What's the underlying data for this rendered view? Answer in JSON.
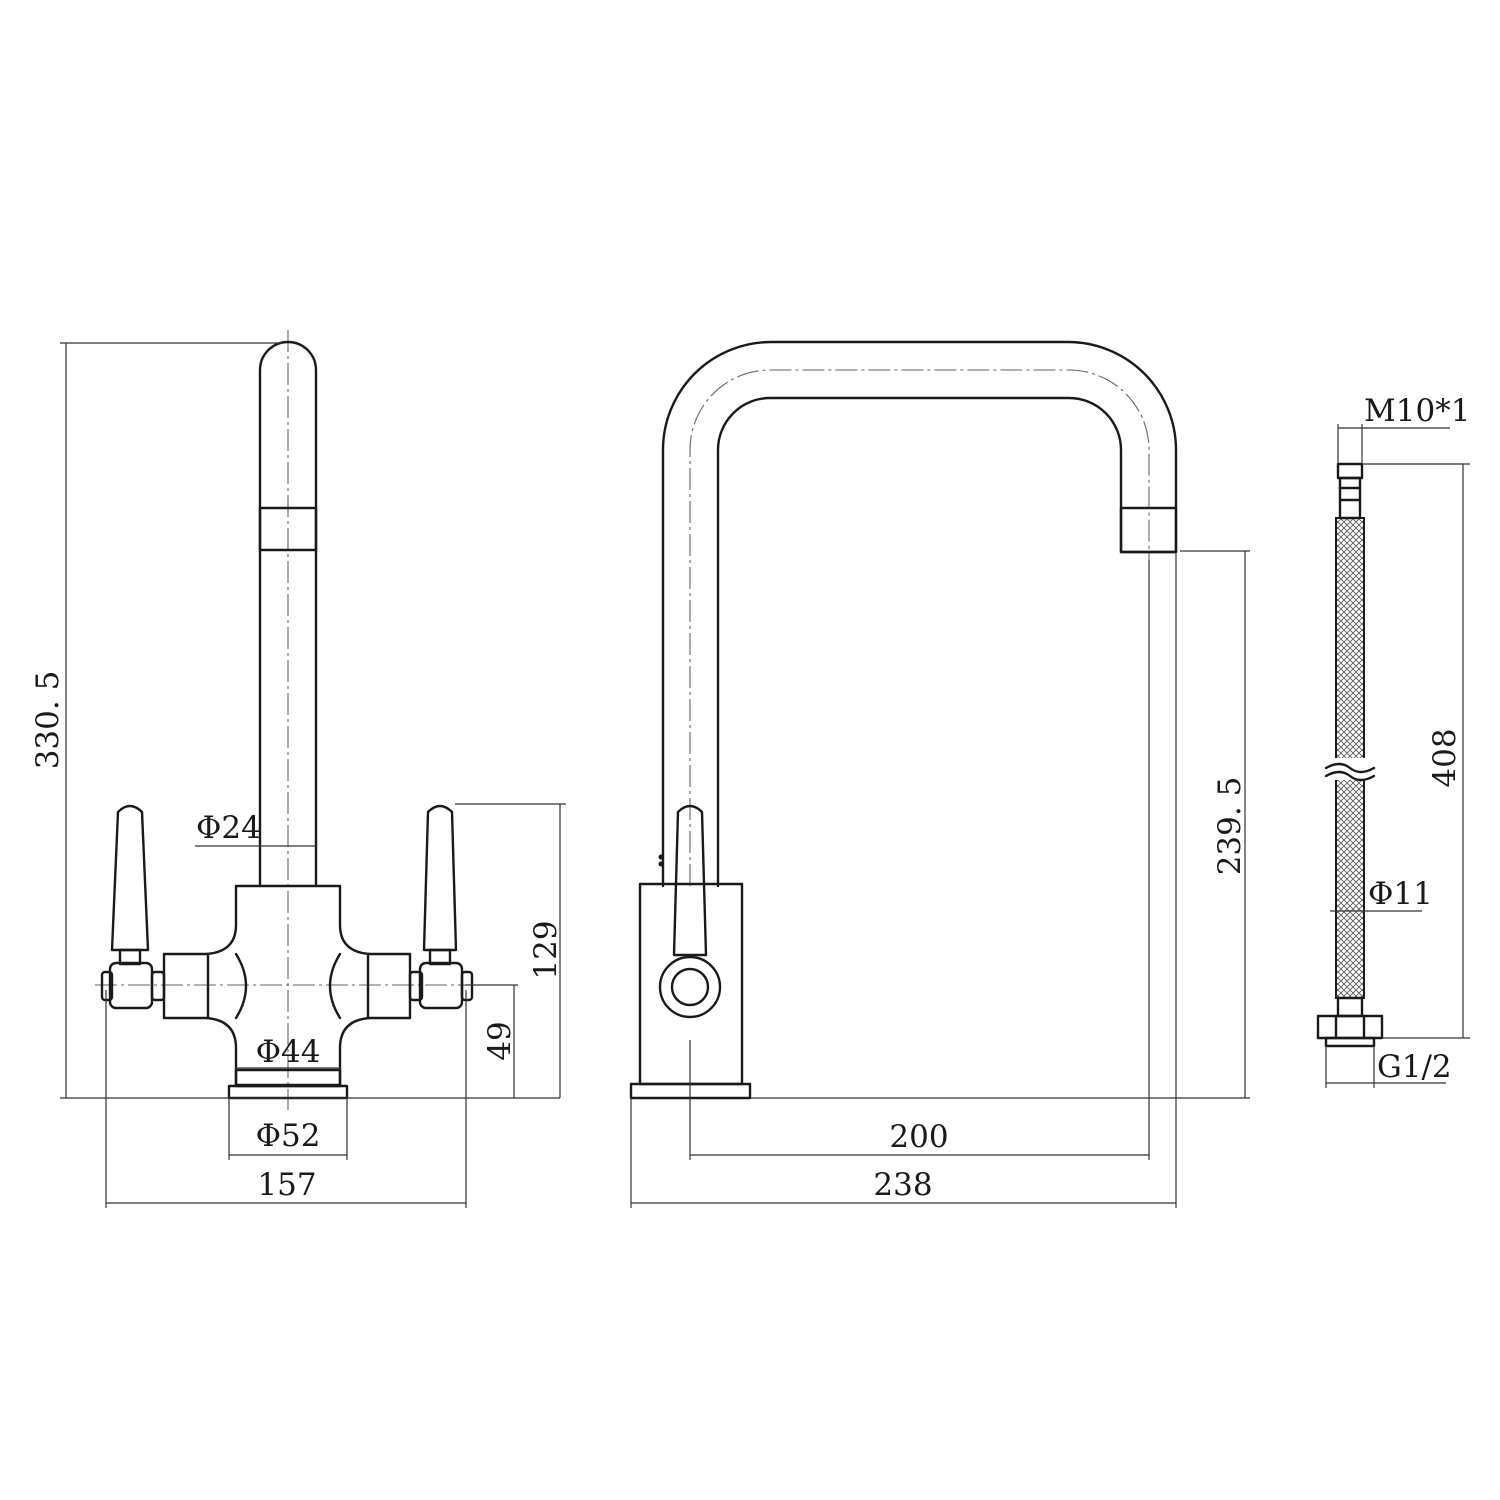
{
  "dimensions": {
    "front": {
      "overall_height": "330. 5",
      "spout_diameter": "Φ24",
      "handle_height": "129",
      "handle_axis_height": "49",
      "body_diameter": "Φ44",
      "base_diameter": "Φ52",
      "overall_width": "157"
    },
    "side": {
      "spout_clearance": "239. 5",
      "spout_reach": "200",
      "overall_depth": "238"
    },
    "hose": {
      "thread_top": "M10*1",
      "length": "408",
      "hose_diameter": "Φ11",
      "thread_bottom": "G1/2"
    }
  }
}
